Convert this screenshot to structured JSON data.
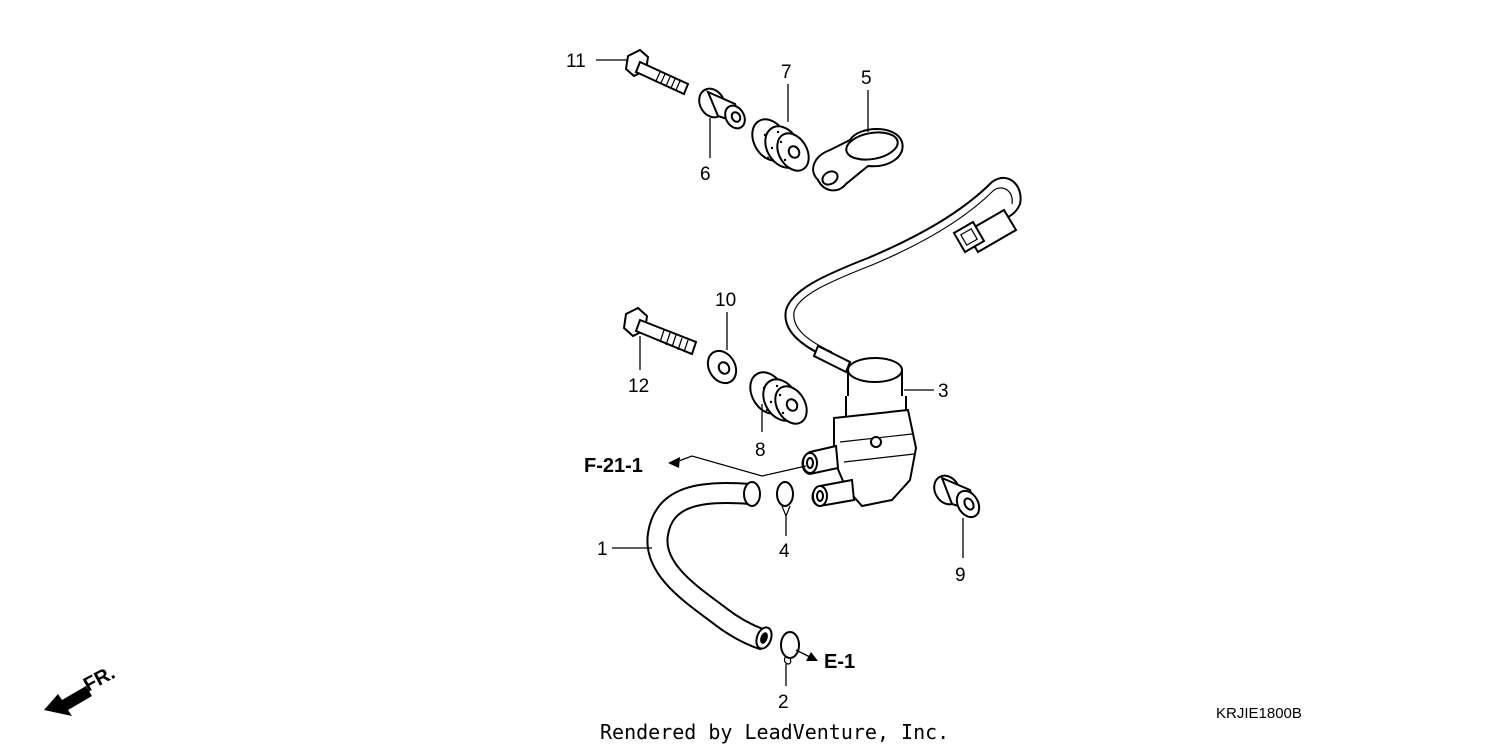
{
  "callouts": {
    "c1": "1",
    "c2": "2",
    "c3": "3",
    "c4": "4",
    "c5": "5",
    "c6": "6",
    "c7": "7",
    "c8": "8",
    "c9": "9",
    "c10": "10",
    "c11": "11",
    "c12": "12"
  },
  "references": {
    "f21": "F-21-1",
    "e1": "E-1"
  },
  "front_marker": "FR.",
  "part_code": "KRJIE1800B",
  "credit": "Rendered by LeadVenture, Inc."
}
